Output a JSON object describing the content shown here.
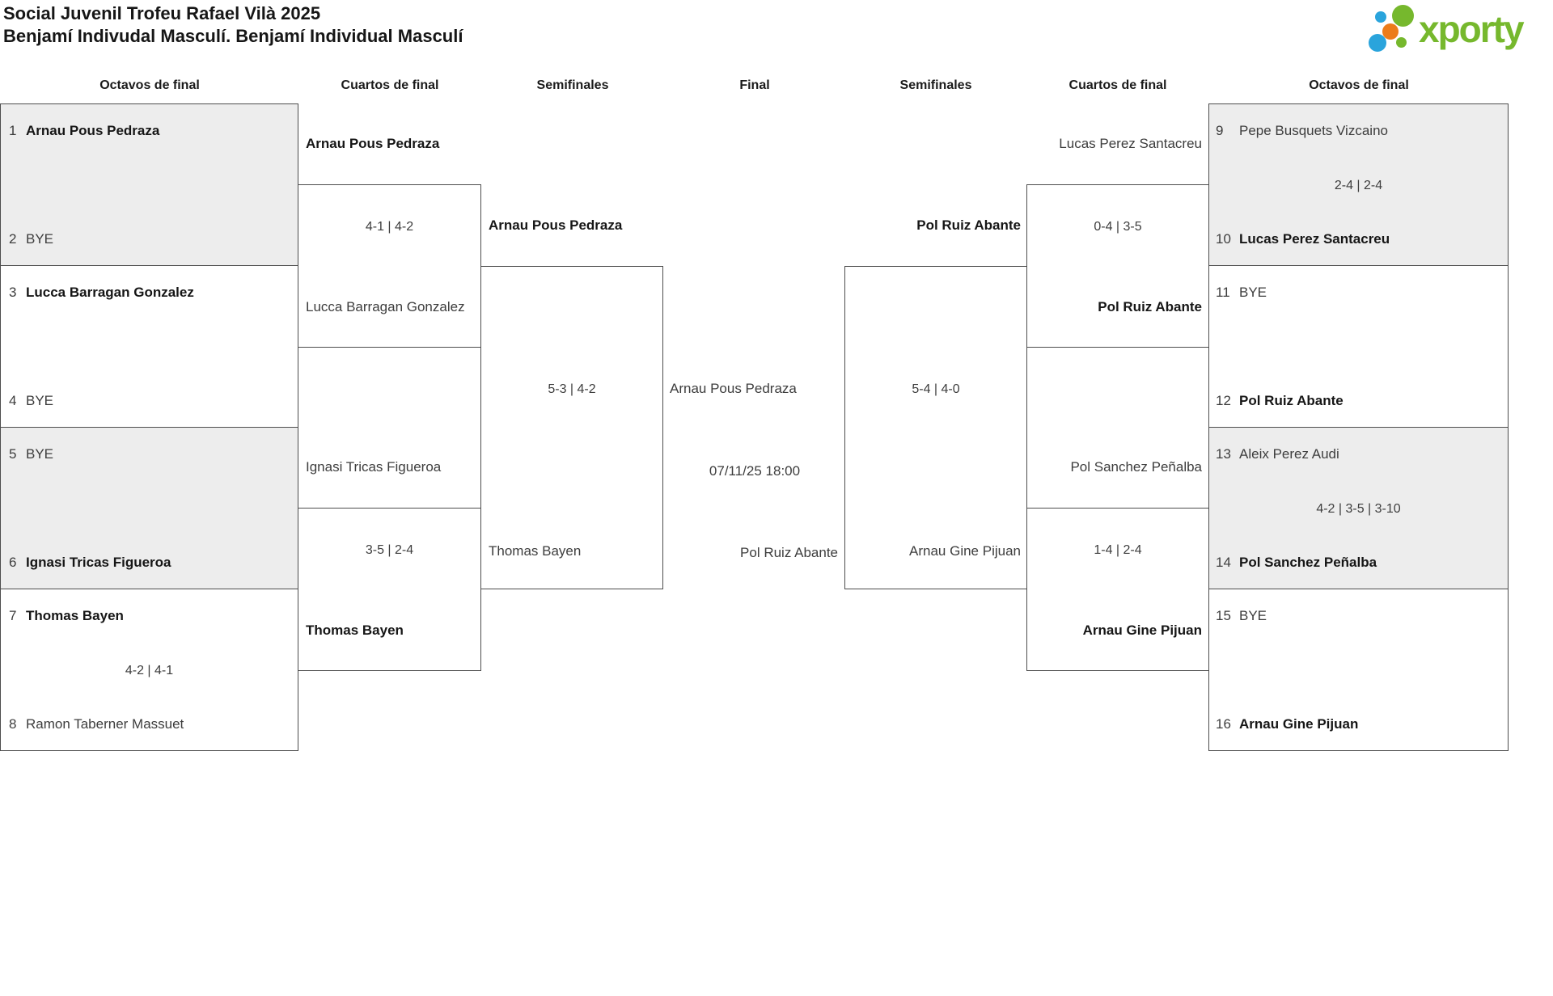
{
  "title": "Social Juvenil Trofeu Rafael Vilà 2025",
  "subtitle": "Benjamí Indivudal Masculí. Benjamí Individual Masculí",
  "logo": {
    "text": "xporty"
  },
  "colors": {
    "logo_green": "#76b82d",
    "logo_blue": "#2aa4dc",
    "logo_orange": "#ec7c1a",
    "shaded_box": "#ededed",
    "border": "#4d4d4d",
    "text": "#3d3d3d",
    "text_bold": "#161616"
  },
  "round_headers": [
    "Octavos de final",
    "Cuartos de final",
    "Semifinales",
    "Final",
    "Semifinales",
    "Cuartos de final",
    "Octavos de final"
  ],
  "octavos_left": [
    {
      "shaded": true,
      "score": "",
      "entries": [
        {
          "seed": "1",
          "name": "Arnau Pous Pedraza",
          "advanced": true
        },
        {
          "seed": "2",
          "name": "BYE",
          "advanced": false
        }
      ]
    },
    {
      "shaded": false,
      "score": "",
      "entries": [
        {
          "seed": "3",
          "name": "Lucca Barragan Gonzalez",
          "advanced": true
        },
        {
          "seed": "4",
          "name": "BYE",
          "advanced": false
        }
      ]
    },
    {
      "shaded": true,
      "score": "",
      "entries": [
        {
          "seed": "5",
          "name": "BYE",
          "advanced": false
        },
        {
          "seed": "6",
          "name": "Ignasi Tricas Figueroa",
          "advanced": true
        }
      ]
    },
    {
      "shaded": false,
      "score": "4-2 | 4-1",
      "entries": [
        {
          "seed": "7",
          "name": "Thomas Bayen",
          "advanced": true
        },
        {
          "seed": "8",
          "name": "Ramon Taberner Massuet",
          "advanced": false
        }
      ]
    }
  ],
  "octavos_right": [
    {
      "shaded": true,
      "score": "2-4 | 2-4",
      "entries": [
        {
          "seed": "9",
          "name": "Pepe Busquets Vizcaino",
          "advanced": false
        },
        {
          "seed": "10",
          "name": "Lucas Perez Santacreu",
          "advanced": true
        }
      ]
    },
    {
      "shaded": false,
      "score": "",
      "entries": [
        {
          "seed": "11",
          "name": "BYE",
          "advanced": false
        },
        {
          "seed": "12",
          "name": "Pol Ruiz Abante",
          "advanced": true
        }
      ]
    },
    {
      "shaded": true,
      "score": "4-2 | 3-5 | 3-10",
      "entries": [
        {
          "seed": "13",
          "name": "Aleix Perez Audi",
          "advanced": false
        },
        {
          "seed": "14",
          "name": "Pol Sanchez Peñalba",
          "advanced": true
        }
      ]
    },
    {
      "shaded": false,
      "score": "",
      "entries": [
        {
          "seed": "15",
          "name": "BYE",
          "advanced": false
        },
        {
          "seed": "16",
          "name": "Arnau Gine Pijuan",
          "advanced": true
        }
      ]
    }
  ],
  "quarterfinals_left": [
    {
      "top": "Arnau Pous Pedraza",
      "top_advanced": true,
      "score": "4-1 | 4-2",
      "bottom": "Lucca Barragan Gonzalez",
      "bottom_advanced": false
    },
    {
      "top": "Ignasi Tricas Figueroa",
      "top_advanced": false,
      "score": "3-5 | 2-4",
      "bottom": "Thomas Bayen",
      "bottom_advanced": true
    }
  ],
  "semifinals_left": {
    "top": "Arnau Pous Pedraza",
    "top_advanced": true,
    "score": "5-3 | 4-2",
    "bottom": "Thomas Bayen",
    "bottom_advanced": false
  },
  "final": {
    "top": "Arnau Pous Pedraza",
    "schedule": "07/11/25 18:00",
    "bottom": "Pol Ruiz Abante"
  },
  "semifinals_right": {
    "top": "Pol Ruiz Abante",
    "top_advanced": true,
    "score": "5-4 | 4-0",
    "bottom": "Arnau Gine Pijuan",
    "bottom_advanced": false
  },
  "quarterfinals_right": [
    {
      "top": "Lucas Perez Santacreu",
      "top_advanced": false,
      "score": "0-4 | 3-5",
      "bottom": "Pol Ruiz Abante",
      "bottom_advanced": true
    },
    {
      "top": "Pol Sanchez Peñalba",
      "top_advanced": false,
      "score": "1-4 | 2-4",
      "bottom": "Arnau Gine Pijuan",
      "bottom_advanced": true
    }
  ]
}
